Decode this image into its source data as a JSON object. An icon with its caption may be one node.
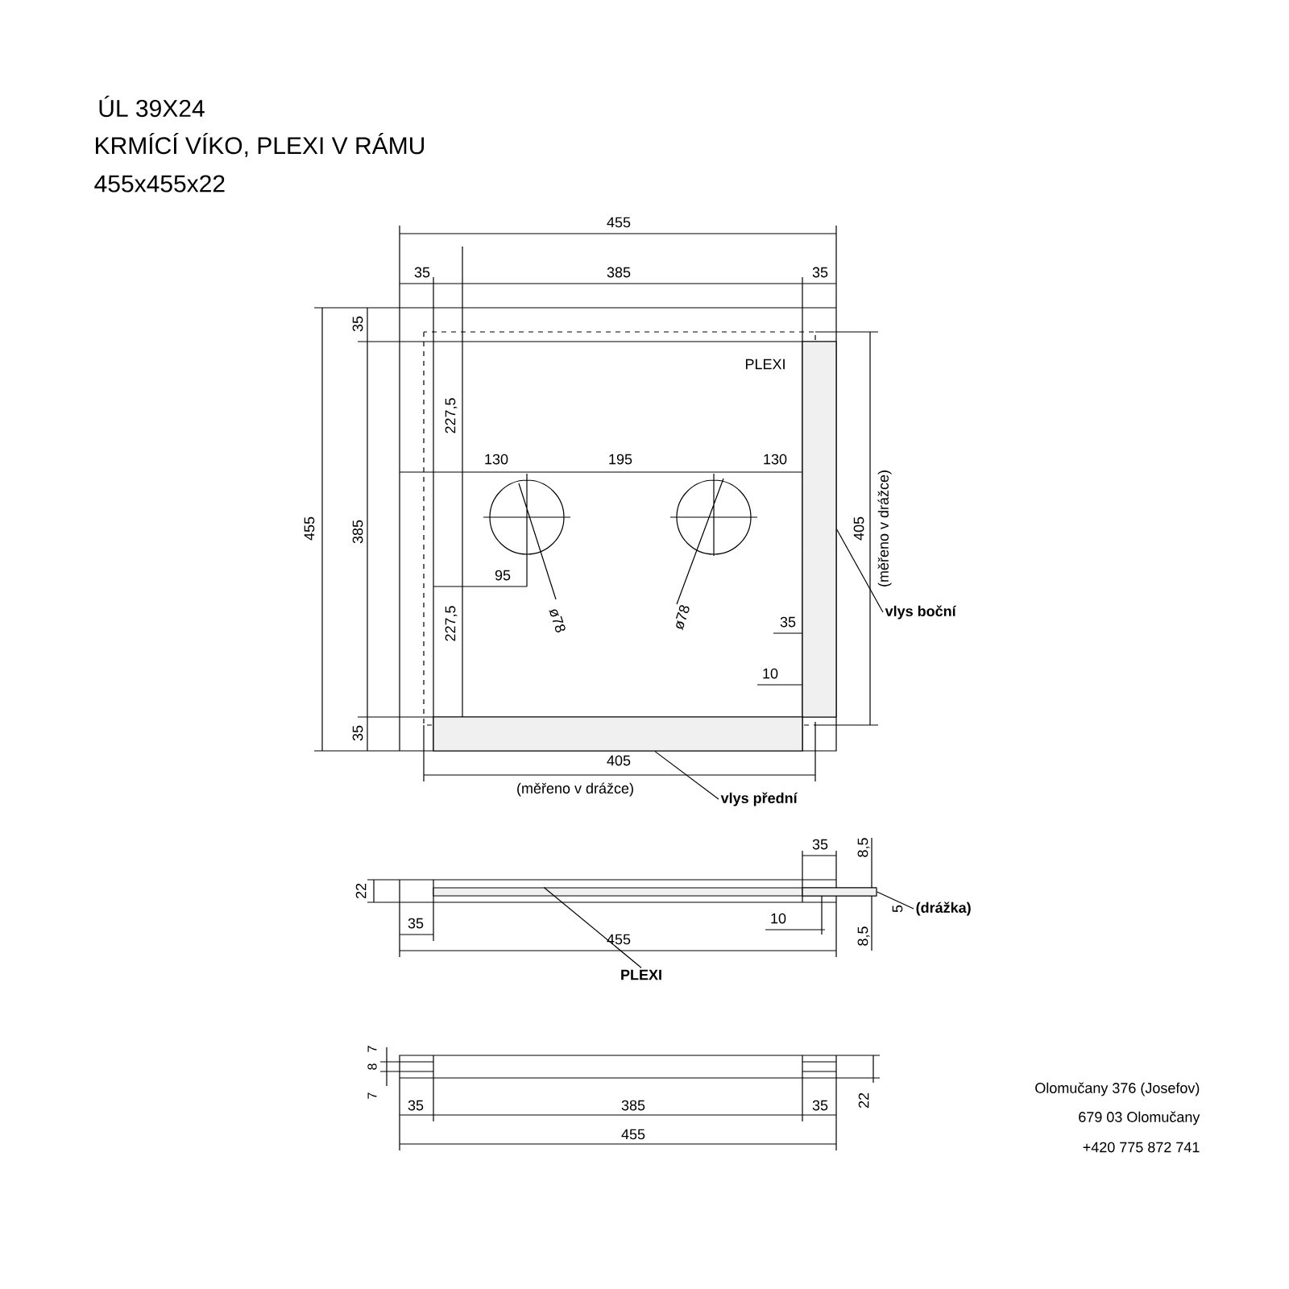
{
  "diagram": {
    "title": "ÚL 39X24",
    "nodes": [
      {
        "text": [
          "vlys boční"
        ]
      },
      {
        "text": [],
        "shape": "bar"
      },
      {
        "text": [
          "vlys přední"
        ]
      },
      {
        "text": [],
        "shape": "bar"
      },
      {
        "text": [
          "PLEXI"
        ]
      },
      {
        "text": [],
        "shape": "bar"
      },
      {
        "text": [
          "(drážka)"
        ]
      },
      {
        "text": [],
        "shape": "bar"
      }
    ],
    "edges": [
      {
        "from": 0,
        "to": 1,
        "arrow": "none"
      },
      {
        "from": 2,
        "to": 3,
        "arrow": "none"
      },
      {
        "from": 4,
        "to": 5,
        "arrow": "none"
      },
      {
        "from": 6,
        "to": 7,
        "arrow": "none"
      }
    ],
    "labels": [
      "KRMÍCÍ VÍKO, PLEXI V RÁMU",
      "455x455x22",
      "455",
      "35",
      "385",
      "35",
      "PLEXI",
      "35",
      "227,5",
      "455",
      "385",
      "130",
      "195",
      "130",
      "405",
      "(měřeno v drážce)",
      "95",
      "227,5",
      "ø78",
      "ø78",
      "35",
      "10",
      "35",
      "405",
      "(měřeno v drážce)",
      "35",
      "8,5",
      "22",
      "5",
      "35",
      "10",
      "455",
      "8,5",
      "7",
      "8",
      "7",
      "35",
      "385",
      "35",
      "22",
      "455",
      "Olomučany 376 (Josefov)",
      "679 03 Olomučany",
      "+420 775 872 741"
    ]
  }
}
